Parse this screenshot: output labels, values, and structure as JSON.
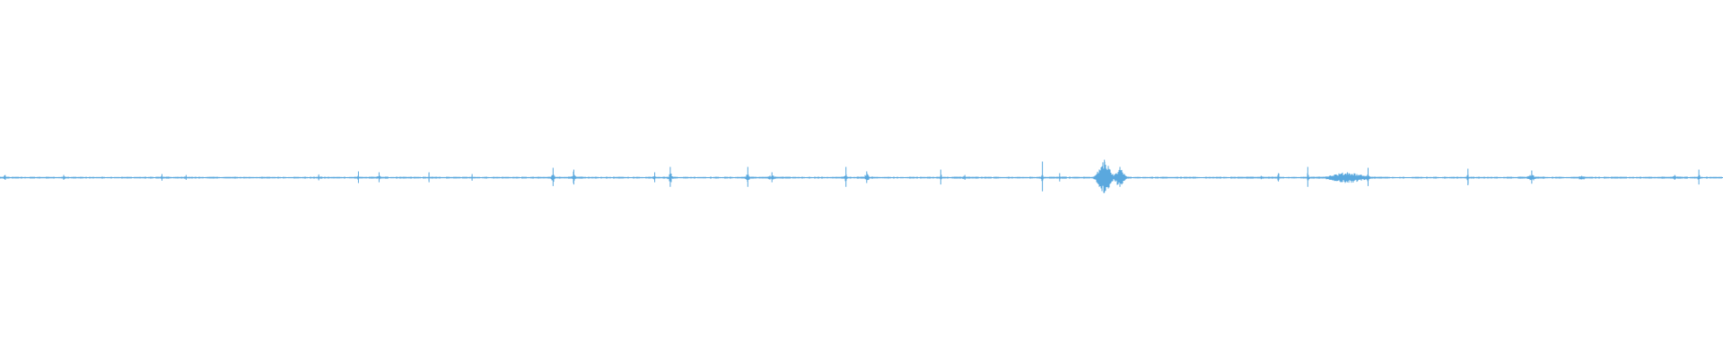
{
  "waveform": {
    "color": "#5aa8de",
    "background": "#ffffff",
    "bursts": [
      {
        "center": 0.003,
        "peak": 0.015,
        "span": 0.004,
        "style": "tick"
      },
      {
        "center": 0.037,
        "peak": 0.015,
        "span": 0.002,
        "style": "tick"
      },
      {
        "center": 0.094,
        "peak": 0.02,
        "span": 0.006,
        "style": "cluster"
      },
      {
        "center": 0.108,
        "peak": 0.015,
        "span": 0.004,
        "style": "cluster"
      },
      {
        "center": 0.185,
        "peak": 0.018,
        "span": 0.003,
        "style": "tick"
      },
      {
        "center": 0.208,
        "peak": 0.035,
        "span": 0.004,
        "style": "cluster"
      },
      {
        "center": 0.22,
        "peak": 0.03,
        "span": 0.008,
        "style": "cluster"
      },
      {
        "center": 0.249,
        "peak": 0.03,
        "span": 0.002,
        "style": "tick"
      },
      {
        "center": 0.274,
        "peak": 0.02,
        "span": 0.003,
        "style": "tick"
      },
      {
        "center": 0.321,
        "peak": 0.055,
        "span": 0.006,
        "style": "cluster"
      },
      {
        "center": 0.333,
        "peak": 0.045,
        "span": 0.01,
        "style": "cluster"
      },
      {
        "center": 0.38,
        "peak": 0.03,
        "span": 0.006,
        "style": "cluster"
      },
      {
        "center": 0.389,
        "peak": 0.06,
        "span": 0.008,
        "style": "cluster"
      },
      {
        "center": 0.434,
        "peak": 0.06,
        "span": 0.006,
        "style": "cluster"
      },
      {
        "center": 0.448,
        "peak": 0.03,
        "span": 0.014,
        "style": "cluster"
      },
      {
        "center": 0.491,
        "peak": 0.06,
        "span": 0.004,
        "style": "cluster"
      },
      {
        "center": 0.503,
        "peak": 0.035,
        "span": 0.012,
        "style": "cluster"
      },
      {
        "center": 0.546,
        "peak": 0.045,
        "span": 0.004,
        "style": "cluster"
      },
      {
        "center": 0.56,
        "peak": 0.015,
        "span": 0.014,
        "style": "cluster"
      },
      {
        "center": 0.605,
        "peak": 0.09,
        "span": 0.003,
        "style": "cluster"
      },
      {
        "center": 0.615,
        "peak": 0.025,
        "span": 0.006,
        "style": "cluster"
      },
      {
        "center": 0.641,
        "peak": 0.1,
        "span": 0.014,
        "style": "burst"
      },
      {
        "center": 0.65,
        "peak": 0.06,
        "span": 0.01,
        "style": "burst"
      },
      {
        "center": 0.732,
        "peak": 0.01,
        "span": 0.018,
        "style": "cluster"
      },
      {
        "center": 0.742,
        "peak": 0.025,
        "span": 0.003,
        "style": "tick"
      },
      {
        "center": 0.759,
        "peak": 0.06,
        "span": 0.004,
        "style": "cluster"
      },
      {
        "center": 0.782,
        "peak": 0.03,
        "span": 0.04,
        "style": "burst"
      },
      {
        "center": 0.794,
        "peak": 0.055,
        "span": 0.004,
        "style": "cluster"
      },
      {
        "center": 0.852,
        "peak": 0.05,
        "span": 0.004,
        "style": "cluster"
      },
      {
        "center": 0.889,
        "peak": 0.04,
        "span": 0.014,
        "style": "cluster"
      },
      {
        "center": 0.918,
        "peak": 0.01,
        "span": 0.012,
        "style": "tick"
      },
      {
        "center": 0.972,
        "peak": 0.015,
        "span": 0.014,
        "style": "cluster"
      },
      {
        "center": 0.986,
        "peak": 0.045,
        "span": 0.004,
        "style": "cluster"
      }
    ]
  }
}
